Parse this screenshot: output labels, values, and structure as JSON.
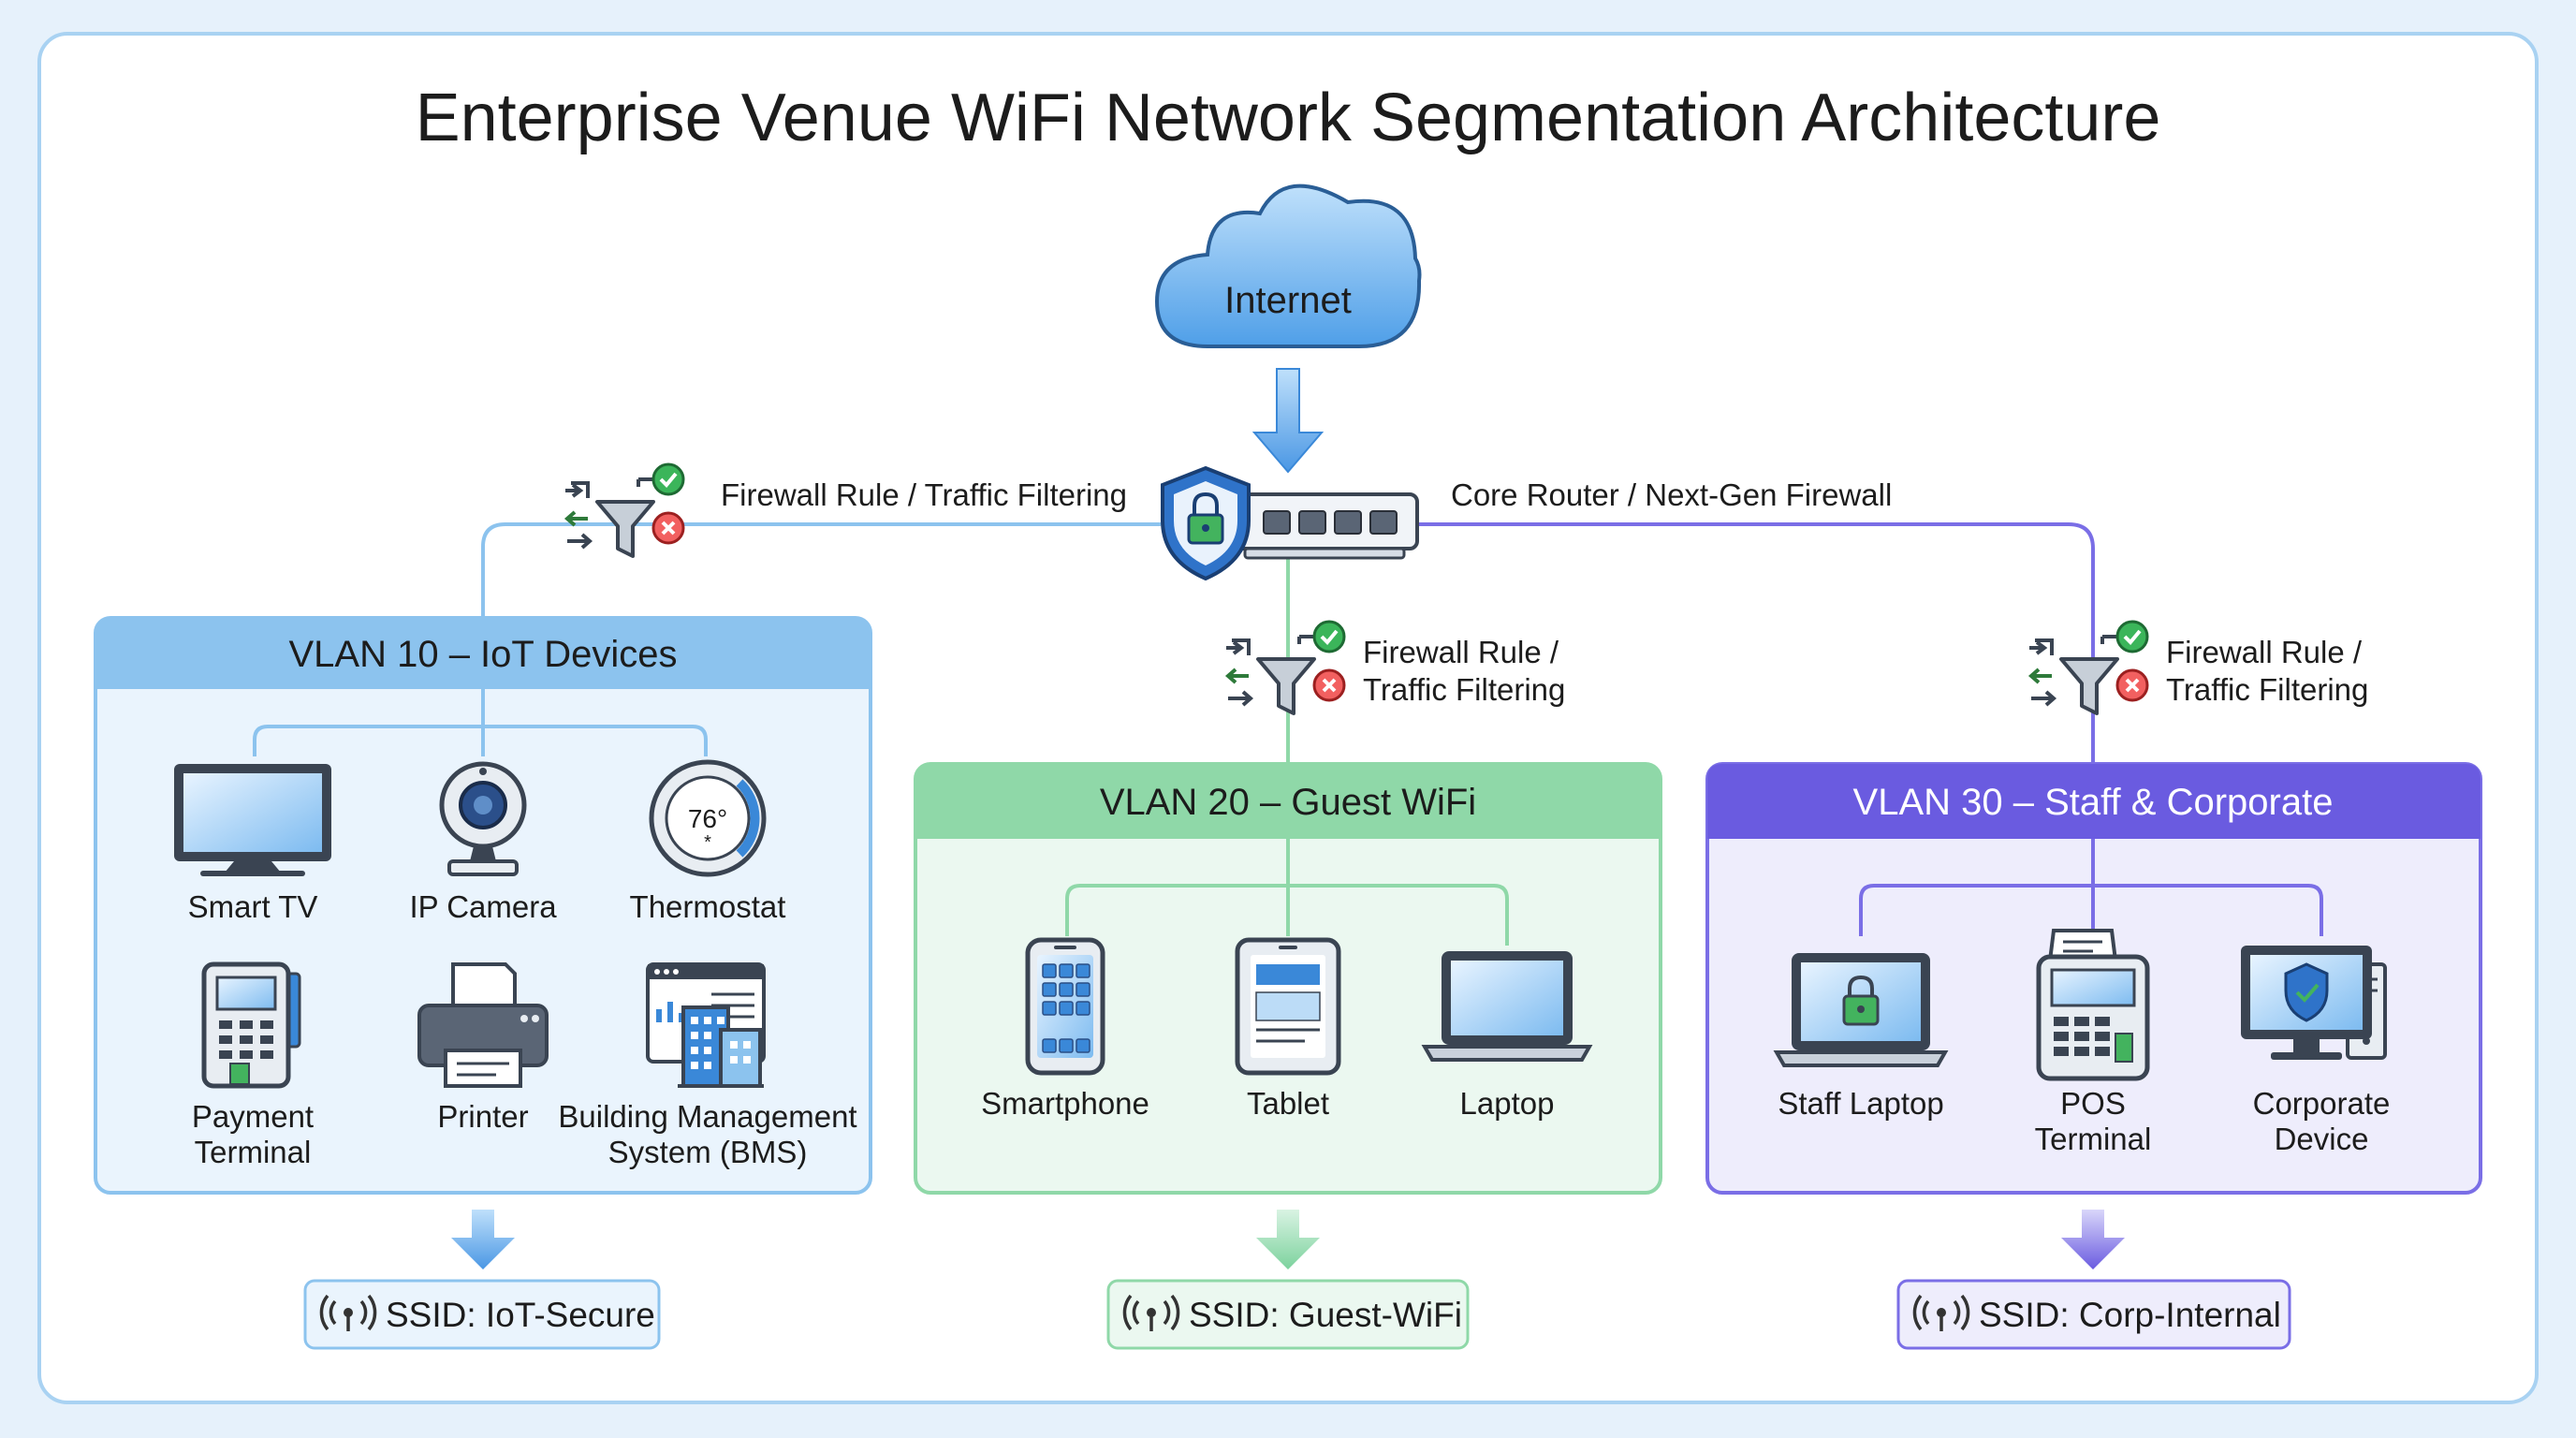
{
  "title": "Enterprise Venue WiFi Network Segmentation Architecture",
  "internet": {
    "label": "Internet"
  },
  "core": {
    "label": "Core Router / Next-Gen Firewall"
  },
  "firewall_rules": {
    "left": "Firewall Rule / Traffic Filtering",
    "mid_line1": "Firewall Rule /",
    "mid_line2": "Traffic Filtering",
    "right_line1": "Firewall Rule /",
    "right_line2": "Traffic Filtering"
  },
  "vlans": {
    "iot": {
      "title": "VLAN 10 – IoT Devices",
      "accent": "#5ea9e6",
      "devices": {
        "smart_tv": "Smart TV",
        "ip_camera": "IP Camera",
        "thermostat": "Thermostat",
        "thermostat_reading": "76°",
        "payment_l1": "Payment",
        "payment_l2": "Terminal",
        "printer": "Printer",
        "bms_l1": "Building Management",
        "bms_l2": "System (BMS)"
      },
      "ssid": "SSID: IoT-Secure"
    },
    "guest": {
      "title": "VLAN 20 – Guest WiFi",
      "accent": "#6ccf93",
      "devices": {
        "smartphone": "Smartphone",
        "tablet": "Tablet",
        "laptop": "Laptop"
      },
      "ssid": "SSID: Guest-WiFi"
    },
    "staff": {
      "title": "VLAN 30 – Staff & Corporate",
      "accent": "#6a5be0",
      "devices": {
        "staff_laptop": "Staff Laptop",
        "pos_l1": "POS",
        "pos_l2": "Terminal",
        "corp_l1": "Corporate",
        "corp_l2": "Device"
      },
      "ssid": "SSID: Corp-Internal"
    }
  }
}
